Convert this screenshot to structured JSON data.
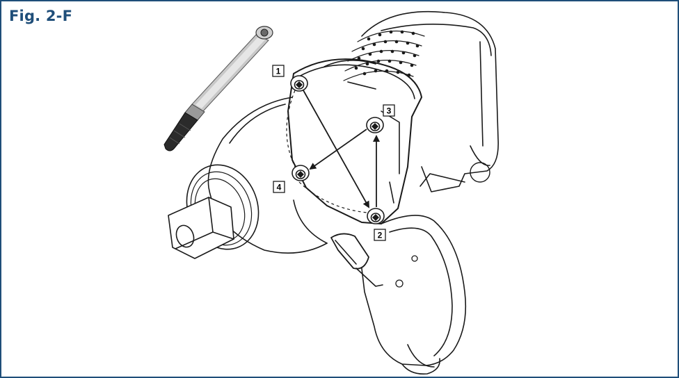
{
  "figure": {
    "title": "Fig. 2-F",
    "colors": {
      "title": "#1f4e79",
      "border": "#1f4e79",
      "line": "#1a1a1a",
      "wrench_grip": "#2b2b2b",
      "wrench_shaft": "#b8b8b8"
    }
  },
  "callouts": [
    {
      "label": "1"
    },
    {
      "label": "2"
    },
    {
      "label": "3"
    },
    {
      "label": "4"
    }
  ],
  "sequence": [
    "1",
    "2",
    "3",
    "4"
  ],
  "icons": {
    "torque_wrench": "torque-wrench-icon",
    "impact_wrench": "impact-wrench-illustration"
  }
}
